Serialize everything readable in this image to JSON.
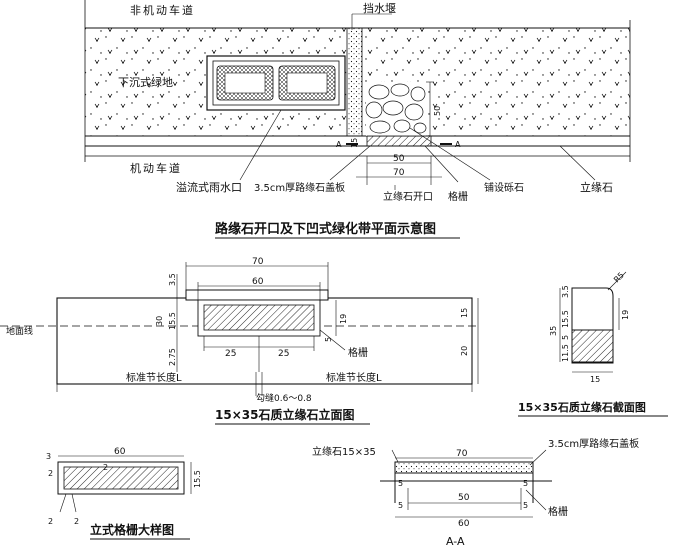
{
  "plan": {
    "labels": {
      "non_motor_lane": "非机动车道",
      "water_barrier": "挡水堰",
      "sunken_green": "下沉式绿地",
      "motor_lane": "机动车道",
      "overflow_inlet": "溢流式雨水口",
      "cover_plate": "3.5cm厚路缘石盖板",
      "curb_opening": "立缘石开口",
      "grate": "格栅",
      "gravel": "铺设砾石",
      "curb_stone": "立缘石",
      "sec_a_left": "A",
      "sec_a_right": "A"
    },
    "dims": {
      "d50": "50",
      "d70": "70",
      "d15": "15",
      "d5": "5",
      "d50v": "50"
    },
    "title": "路缘石开口及下凹式绿化带平面示意图"
  },
  "elevation": {
    "dims": {
      "d70": "70",
      "d60": "60",
      "d3_5": "3.5",
      "d30": "30",
      "d15_5": "15.5",
      "d19": "19",
      "d2_75": "2.75",
      "d5": "5",
      "d25a": "25",
      "d25b": "25",
      "d15": "15",
      "d20": "20"
    },
    "labels": {
      "ground_line": "地面线",
      "grate": "格栅",
      "std_len_left": "标准节长度L",
      "std_len_right": "标准节长度L",
      "joint": "勾缝0.6～0.8"
    },
    "title": "15×35石质立缘石立面图"
  },
  "section": {
    "dims": {
      "r5": "R5",
      "d35": "35",
      "d15_5": "15.5",
      "d5": "5",
      "d11_5": "11.5",
      "d3_5": "3.5",
      "d19": "19",
      "d15": "15"
    },
    "title": "15×35石质立缘石截面图"
  },
  "grate_detail": {
    "dims": {
      "d60": "60",
      "d3": "3",
      "d15_5": "15.5",
      "d2a": "2",
      "d2b": "2",
      "d2c": "2",
      "d2d": "2"
    },
    "title": "立式格栅大样图"
  },
  "section_aa": {
    "labels": {
      "curb": "立缘石15×35",
      "cover": "3.5cm厚路缘石盖板",
      "grate": "格栅"
    },
    "dims": {
      "d70": "70",
      "d5a": "5",
      "d5b": "5",
      "d50": "50",
      "d60": "60",
      "d5c": "5",
      "d5d": "5"
    },
    "title": "A-A"
  },
  "colors": {
    "line": "#111111",
    "background": "#ffffff"
  }
}
